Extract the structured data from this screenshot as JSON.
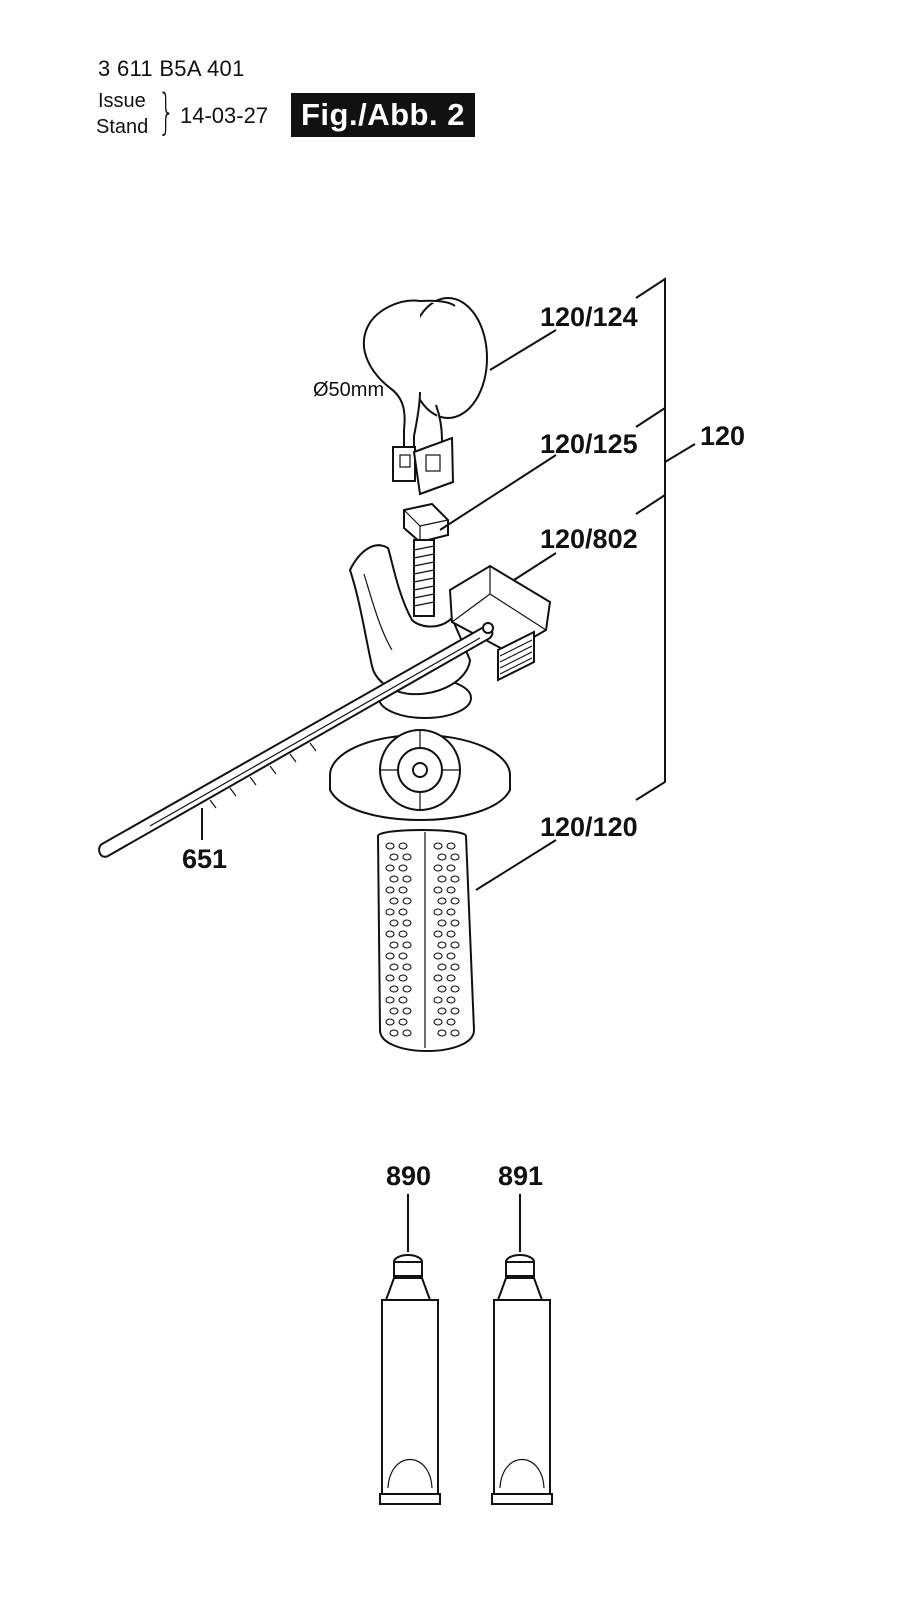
{
  "header": {
    "part_number": "3 611 B5A 401",
    "issue_label": "Issue",
    "stand_label": "Stand",
    "brace": "}",
    "date": "14-03-27",
    "figure_label": "Fig./Abb. 2"
  },
  "callouts": {
    "c120_124": "120/124",
    "c120_125": "120/125",
    "c120_802": "120/802",
    "c120": "120",
    "c120_120": "120/120",
    "c651": "651",
    "c890": "890",
    "c891": "891"
  },
  "dimension": {
    "clamp_diameter": "Ø50mm"
  }
}
